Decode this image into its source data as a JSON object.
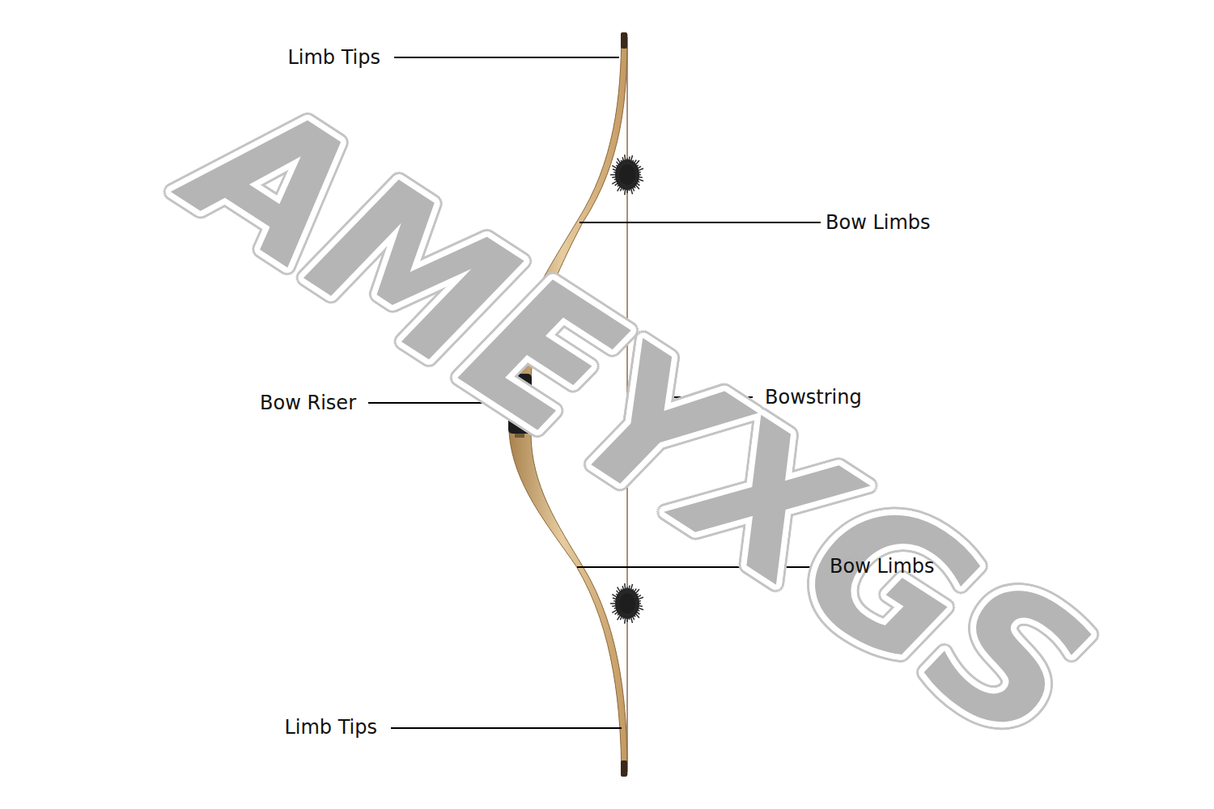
{
  "diagram": {
    "labels": [
      "Limb Tips",
      "Bow Limbs",
      "Bow Riser",
      "Bowstring",
      "Bow Limbs",
      "Limb Tips",
      "AMEYXGS"
    ]
  }
}
